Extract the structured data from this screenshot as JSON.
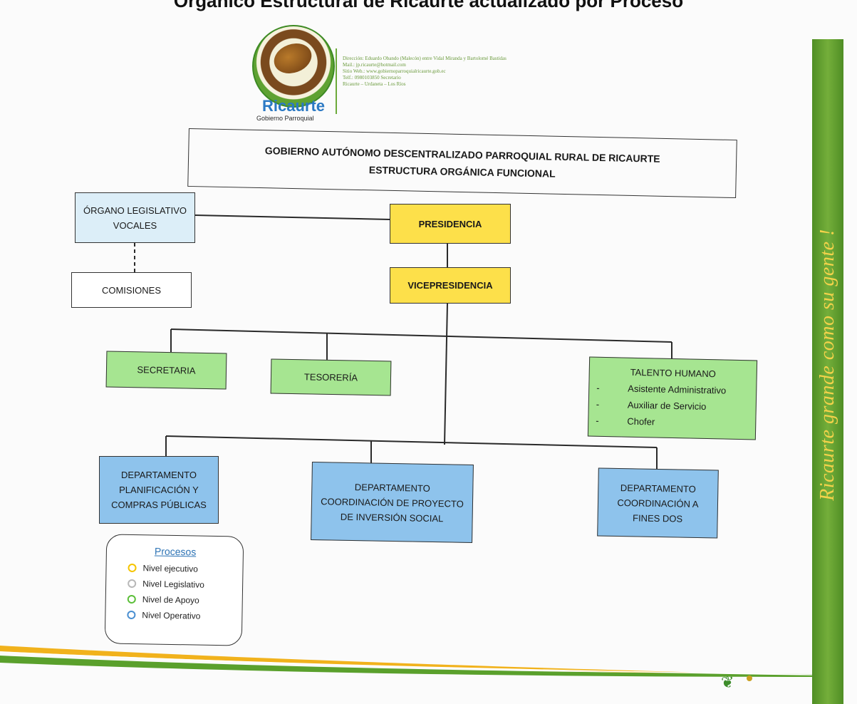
{
  "top_title": "Orgánico Estructural de Ricaurte actualizado por Proceso",
  "logo": {
    "name": "Ricaurte",
    "subtitle": "Gobierno Parroquial"
  },
  "contact_lines": [
    "Dirección: Eduardo Obando (Malecón) entre Vidal Miranda y Bartolomé Bastidas",
    "Mail.: jp.ricaurte@hotmail.com",
    "Sitio Web.: www.gobiernoparroquialricaurte.gob.ec",
    "Telf.: 0980103850 Secretario",
    "Ricaurte – Urdaneta – Los Ríos"
  ],
  "slogan": "Ricaurte grande como su gente !",
  "header_box": {
    "line1": "GOBIERNO AUTÓNOMO DESCENTRALIZADO PARROQUIAL RURAL DE RICAURTE",
    "line2": "ESTRUCTURA ORGÁNICA FUNCIONAL"
  },
  "nodes": {
    "legislativo_line1": "ÓRGANO LEGISLATIVO",
    "legislativo_line2": "VOCALES",
    "comisiones": "COMISIONES",
    "presidencia": "PRESIDENCIA",
    "vicepresidencia": "VICEPRESIDENCIA",
    "secretaria": "SECRETARIA",
    "tesoreria": "TESORERÍA",
    "talento": {
      "title": "TALENTO HUMANO",
      "items": [
        "Asistente Administrativo",
        "Auxiliar de Servicio",
        "Chofer"
      ]
    },
    "dep_planificacion": [
      "DEPARTAMENTO",
      "PLANIFICACIÓN Y",
      "COMPRAS PÚBLICAS"
    ],
    "dep_proyecto": [
      "DEPARTAMENTO",
      "COORDINACIÓN DE PROYECTO",
      "DE INVERSIÓN SOCIAL"
    ],
    "dep_fines": [
      "DEPARTAMENTO",
      "COORDINACIÓN A",
      "FINES DOS"
    ]
  },
  "legend": {
    "title": "Procesos",
    "items": [
      {
        "label": "Nivel ejecutivo",
        "color": "#f5c400"
      },
      {
        "label": "Nivel Legislativo",
        "color": "#b8b8b8"
      },
      {
        "label": "Nivel de Apoyo",
        "color": "#5cbf3a"
      },
      {
        "label": "Nivel Operativo",
        "color": "#4a8fd1"
      }
    ]
  },
  "colors": {
    "executive_fill": "#fde04a",
    "legislative_fill": "#dceef8",
    "support_fill": "#a6e591",
    "operative_fill": "#8ec3ec",
    "band_green": "#5d9b2d",
    "slogan_yellow": "#f2d24a"
  }
}
